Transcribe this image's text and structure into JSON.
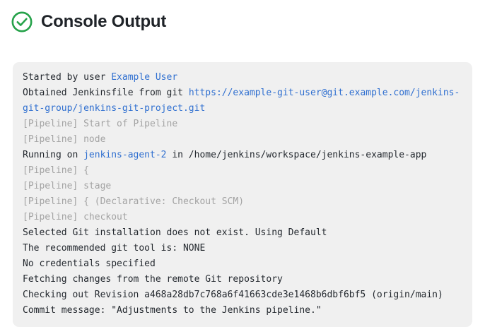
{
  "header": {
    "title": "Console Output",
    "status_icon": "check-circle-icon",
    "status_color": "#26a24a"
  },
  "colors": {
    "panel_background": "#f0f0f0",
    "text": "#24292f",
    "link": "#2f6fd0",
    "dim": "#a3a3a3",
    "title": "#1f2328"
  },
  "console": {
    "lines": [
      [
        {
          "text": "Started by user ",
          "style": "normal"
        },
        {
          "text": "Example User",
          "style": "link"
        }
      ],
      [
        {
          "text": "Obtained Jenkinsfile from git ",
          "style": "normal"
        },
        {
          "text": "https://example-git-user@git.example.com/jenkins-git-group/jenkins-git-project.git",
          "style": "link"
        }
      ],
      [
        {
          "text": "[Pipeline] Start of Pipeline",
          "style": "dim"
        }
      ],
      [
        {
          "text": "[Pipeline] node",
          "style": "dim"
        }
      ],
      [
        {
          "text": "Running on ",
          "style": "normal"
        },
        {
          "text": "jenkins-agent-2",
          "style": "link"
        },
        {
          "text": " in /home/jenkins/workspace/jenkins-example-app",
          "style": "normal"
        }
      ],
      [
        {
          "text": "[Pipeline] {",
          "style": "dim"
        }
      ],
      [
        {
          "text": "[Pipeline] stage",
          "style": "dim"
        }
      ],
      [
        {
          "text": "[Pipeline] { (Declarative: Checkout SCM)",
          "style": "dim"
        }
      ],
      [
        {
          "text": "[Pipeline] checkout",
          "style": "dim"
        }
      ],
      [
        {
          "text": "Selected Git installation does not exist. Using Default",
          "style": "normal"
        }
      ],
      [
        {
          "text": "The recommended git tool is: NONE",
          "style": "normal"
        }
      ],
      [
        {
          "text": "No credentials specified",
          "style": "normal"
        }
      ],
      [
        {
          "text": "Fetching changes from the remote Git repository",
          "style": "normal"
        }
      ],
      [
        {
          "text": "Checking out Revision a468a28db7c768a6f41663cde3e1468b6dbf6bf5 (origin/main)",
          "style": "normal"
        }
      ],
      [
        {
          "text": "Commit message: \"Adjustments to the Jenkins pipeline.\"",
          "style": "normal"
        }
      ]
    ]
  }
}
